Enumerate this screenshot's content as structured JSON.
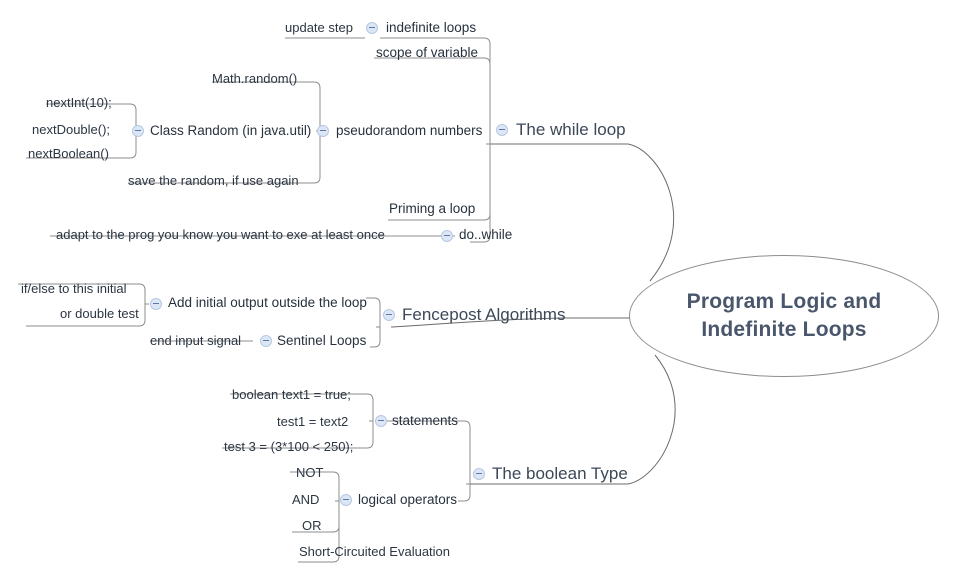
{
  "diagram": {
    "type": "mind-map",
    "title": "Program Logic and Indefinite Loops",
    "central": {
      "line1": "Program Logic and",
      "line2": "Indefinite Loops"
    },
    "branches": [
      {
        "label": "The while loop",
        "children": [
          {
            "label": "indefinite loops",
            "children": [
              {
                "label": "update step"
              }
            ]
          },
          {
            "label": "scope of variable"
          },
          {
            "label": "pseudorandom numbers",
            "children": [
              {
                "label": "Math.random()"
              },
              {
                "label": "Class Random (in java.util)",
                "children": [
                  {
                    "label": "nextInt(10);"
                  },
                  {
                    "label": "nextDouble();"
                  },
                  {
                    "label": "nextBoolean()"
                  }
                ]
              },
              {
                "label": "save the random, if use again"
              }
            ]
          },
          {
            "label": "Priming a loop"
          },
          {
            "label": "do..while",
            "children": [
              {
                "label": "adapt to the prog you know you want to exe at least once"
              }
            ]
          }
        ]
      },
      {
        "label": "Fencepost Algorithms",
        "children": [
          {
            "label": "Add initial output outside the loop",
            "children": [
              {
                "label": "if/else to this initial"
              },
              {
                "label": "or double test"
              }
            ]
          },
          {
            "label": "Sentinel Loops",
            "children": [
              {
                "label": "end input signal"
              }
            ]
          }
        ]
      },
      {
        "label": "The boolean Type",
        "children": [
          {
            "label": "statements",
            "children": [
              {
                "label": "boolean text1 = true;"
              },
              {
                "label": "test1 = text2"
              },
              {
                "label": "test 3 = (3*100 < 250);"
              }
            ]
          },
          {
            "label": "logical operators",
            "children": [
              {
                "label": "NOT"
              },
              {
                "label": "AND"
              },
              {
                "label": "OR"
              },
              {
                "label": "Short-Circuited Evaluation"
              }
            ]
          }
        ]
      }
    ],
    "colors": {
      "line": "#8d8d8d",
      "branch_line": "#6b6b6b",
      "text": "#2e3a49",
      "central_text": "#49566b",
      "toggle_fill": "#dce6f5",
      "toggle_stroke": "#b6c8e2",
      "background": "#ffffff"
    },
    "icons": {
      "collapse": "collapse-toggle-icon"
    }
  }
}
